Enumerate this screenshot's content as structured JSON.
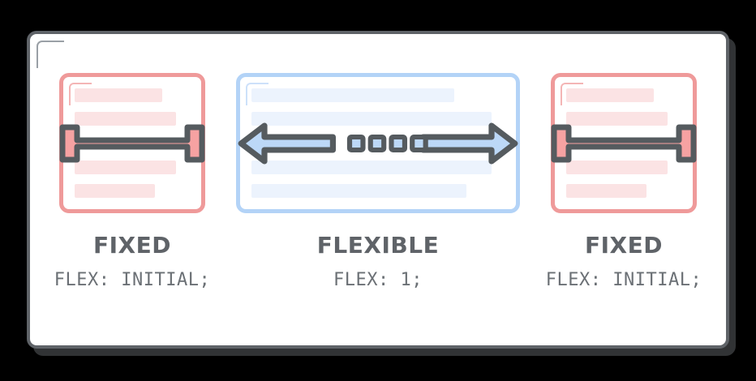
{
  "diagram": {
    "title": "Flexbox fixed vs flexible columns",
    "frame": {
      "corner_accent": "corner-bracket-icon"
    },
    "colors": {
      "background": "#000000",
      "panel": "#ffffff",
      "frame_border": "#5f6368",
      "fixed_border": "#ef9a9a",
      "fixed_line": "#fbe3e4",
      "fixed_fill": "#f6a2a2",
      "flexible_border": "#b3d3f7",
      "flexible_line": "#ecf3fd",
      "flexible_fill": "#bcd8f7",
      "stroke": "#555b5f",
      "text": "#5f6368"
    },
    "columns": [
      {
        "kind": "fixed",
        "label": "FIXED",
        "code": "FLEX: INITIAL;",
        "graphic": "i-beam-width-icon",
        "lines": [
          "76%",
          "88%",
          "88%",
          "70%"
        ]
      },
      {
        "kind": "flexible",
        "label": "FLEXIBLE",
        "code": "FLEX: 1;",
        "graphic": "double-arrow-resize-icon",
        "squares": 4,
        "lines": [
          "80%",
          "95%",
          "95%",
          "85%"
        ]
      },
      {
        "kind": "fixed",
        "label": "FIXED",
        "code": "FLEX: INITIAL;",
        "graphic": "i-beam-width-icon",
        "lines": [
          "76%",
          "88%",
          "88%",
          "70%"
        ]
      }
    ]
  }
}
